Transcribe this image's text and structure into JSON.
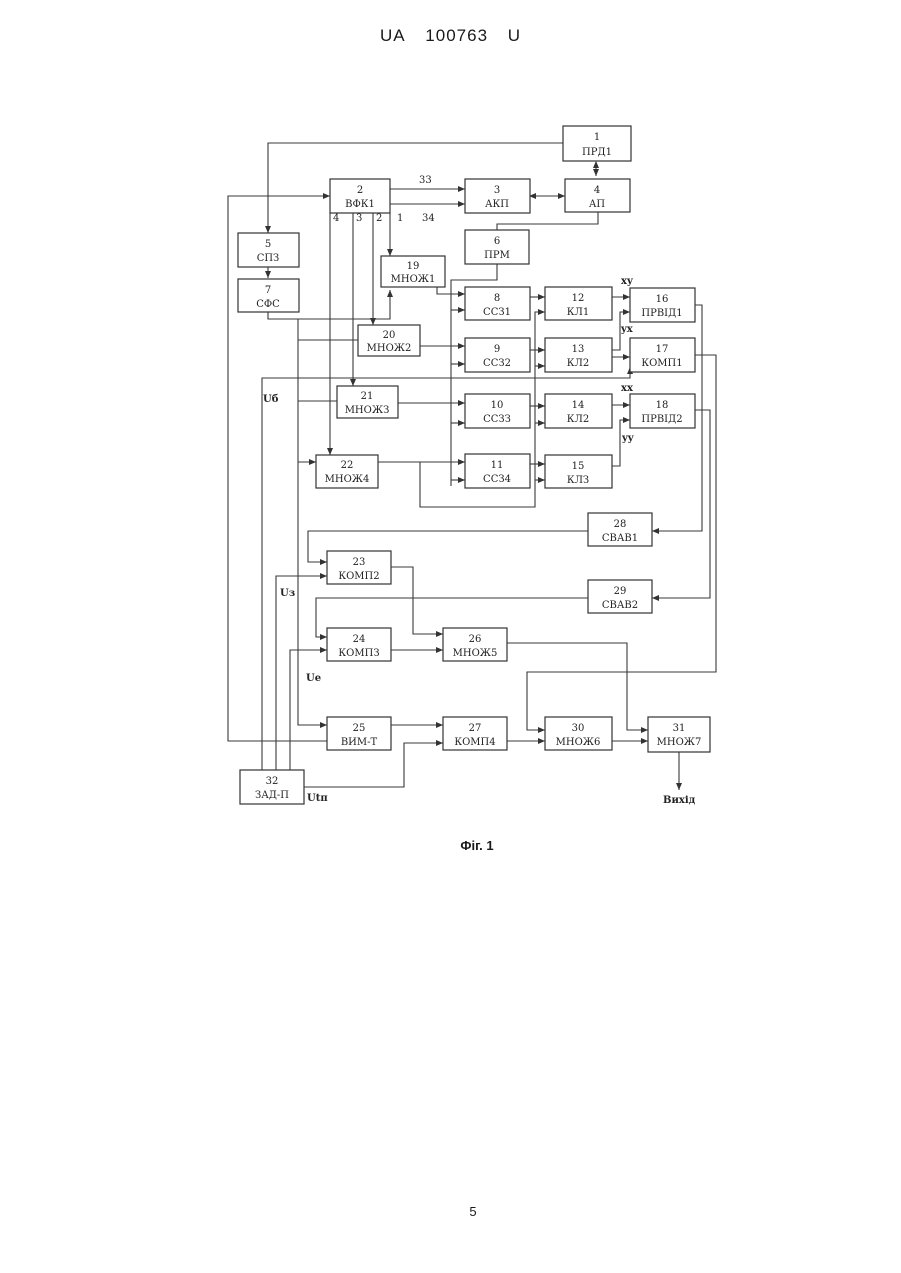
{
  "header": {
    "country": "UA",
    "number": "100763",
    "kind": "U"
  },
  "figure_caption": "Фіг. 1",
  "page_number": "5",
  "blocks": [
    {
      "id": "1",
      "name": "ПРД1"
    },
    {
      "id": "2",
      "name": "ВФК1"
    },
    {
      "id": "3",
      "name": "АКП"
    },
    {
      "id": "4",
      "name": "АП"
    },
    {
      "id": "5",
      "name": "СПЗ"
    },
    {
      "id": "6",
      "name": "ПРМ"
    },
    {
      "id": "7",
      "name": "СФС"
    },
    {
      "id": "8",
      "name": "ССЗ1"
    },
    {
      "id": "9",
      "name": "ССЗ2"
    },
    {
      "id": "10",
      "name": "ССЗЗ"
    },
    {
      "id": "11",
      "name": "ССЗ4"
    },
    {
      "id": "12",
      "name": "КЛ1"
    },
    {
      "id": "13",
      "name": "КЛ2"
    },
    {
      "id": "14",
      "name": "КЛ2"
    },
    {
      "id": "15",
      "name": "КЛЗ"
    },
    {
      "id": "16",
      "name": "ПРВІД1"
    },
    {
      "id": "17",
      "name": "КОМП1"
    },
    {
      "id": "18",
      "name": "ПРВІД2"
    },
    {
      "id": "19",
      "name": "МНОЖ1"
    },
    {
      "id": "20",
      "name": "МНОЖ2"
    },
    {
      "id": "21",
      "name": "МНОЖЗ"
    },
    {
      "id": "22",
      "name": "МНОЖ4"
    },
    {
      "id": "23",
      "name": "КОМП2"
    },
    {
      "id": "24",
      "name": "КОМПЗ"
    },
    {
      "id": "25",
      "name": "ВИМ-Т"
    },
    {
      "id": "26",
      "name": "МНОЖ5"
    },
    {
      "id": "27",
      "name": "КОМП4"
    },
    {
      "id": "28",
      "name": "СВАВ1"
    },
    {
      "id": "29",
      "name": "СВАВ2"
    },
    {
      "id": "30",
      "name": "МНОЖ6"
    },
    {
      "id": "31",
      "name": "МНОЖ7"
    },
    {
      "id": "32",
      "name": "ЗАД-П"
    }
  ],
  "labels": {
    "out_33": "33",
    "out_34": "34",
    "out_1": "1",
    "out_2": "2",
    "out_3": "3",
    "out_4": "4",
    "xy": "xy",
    "yx": "yx",
    "xx": "xx",
    "yy": "yy",
    "u_b": "Uб",
    "u_z": "Uз",
    "u_e": "Ue",
    "u_tp": "Utп",
    "output": "Вихід"
  }
}
